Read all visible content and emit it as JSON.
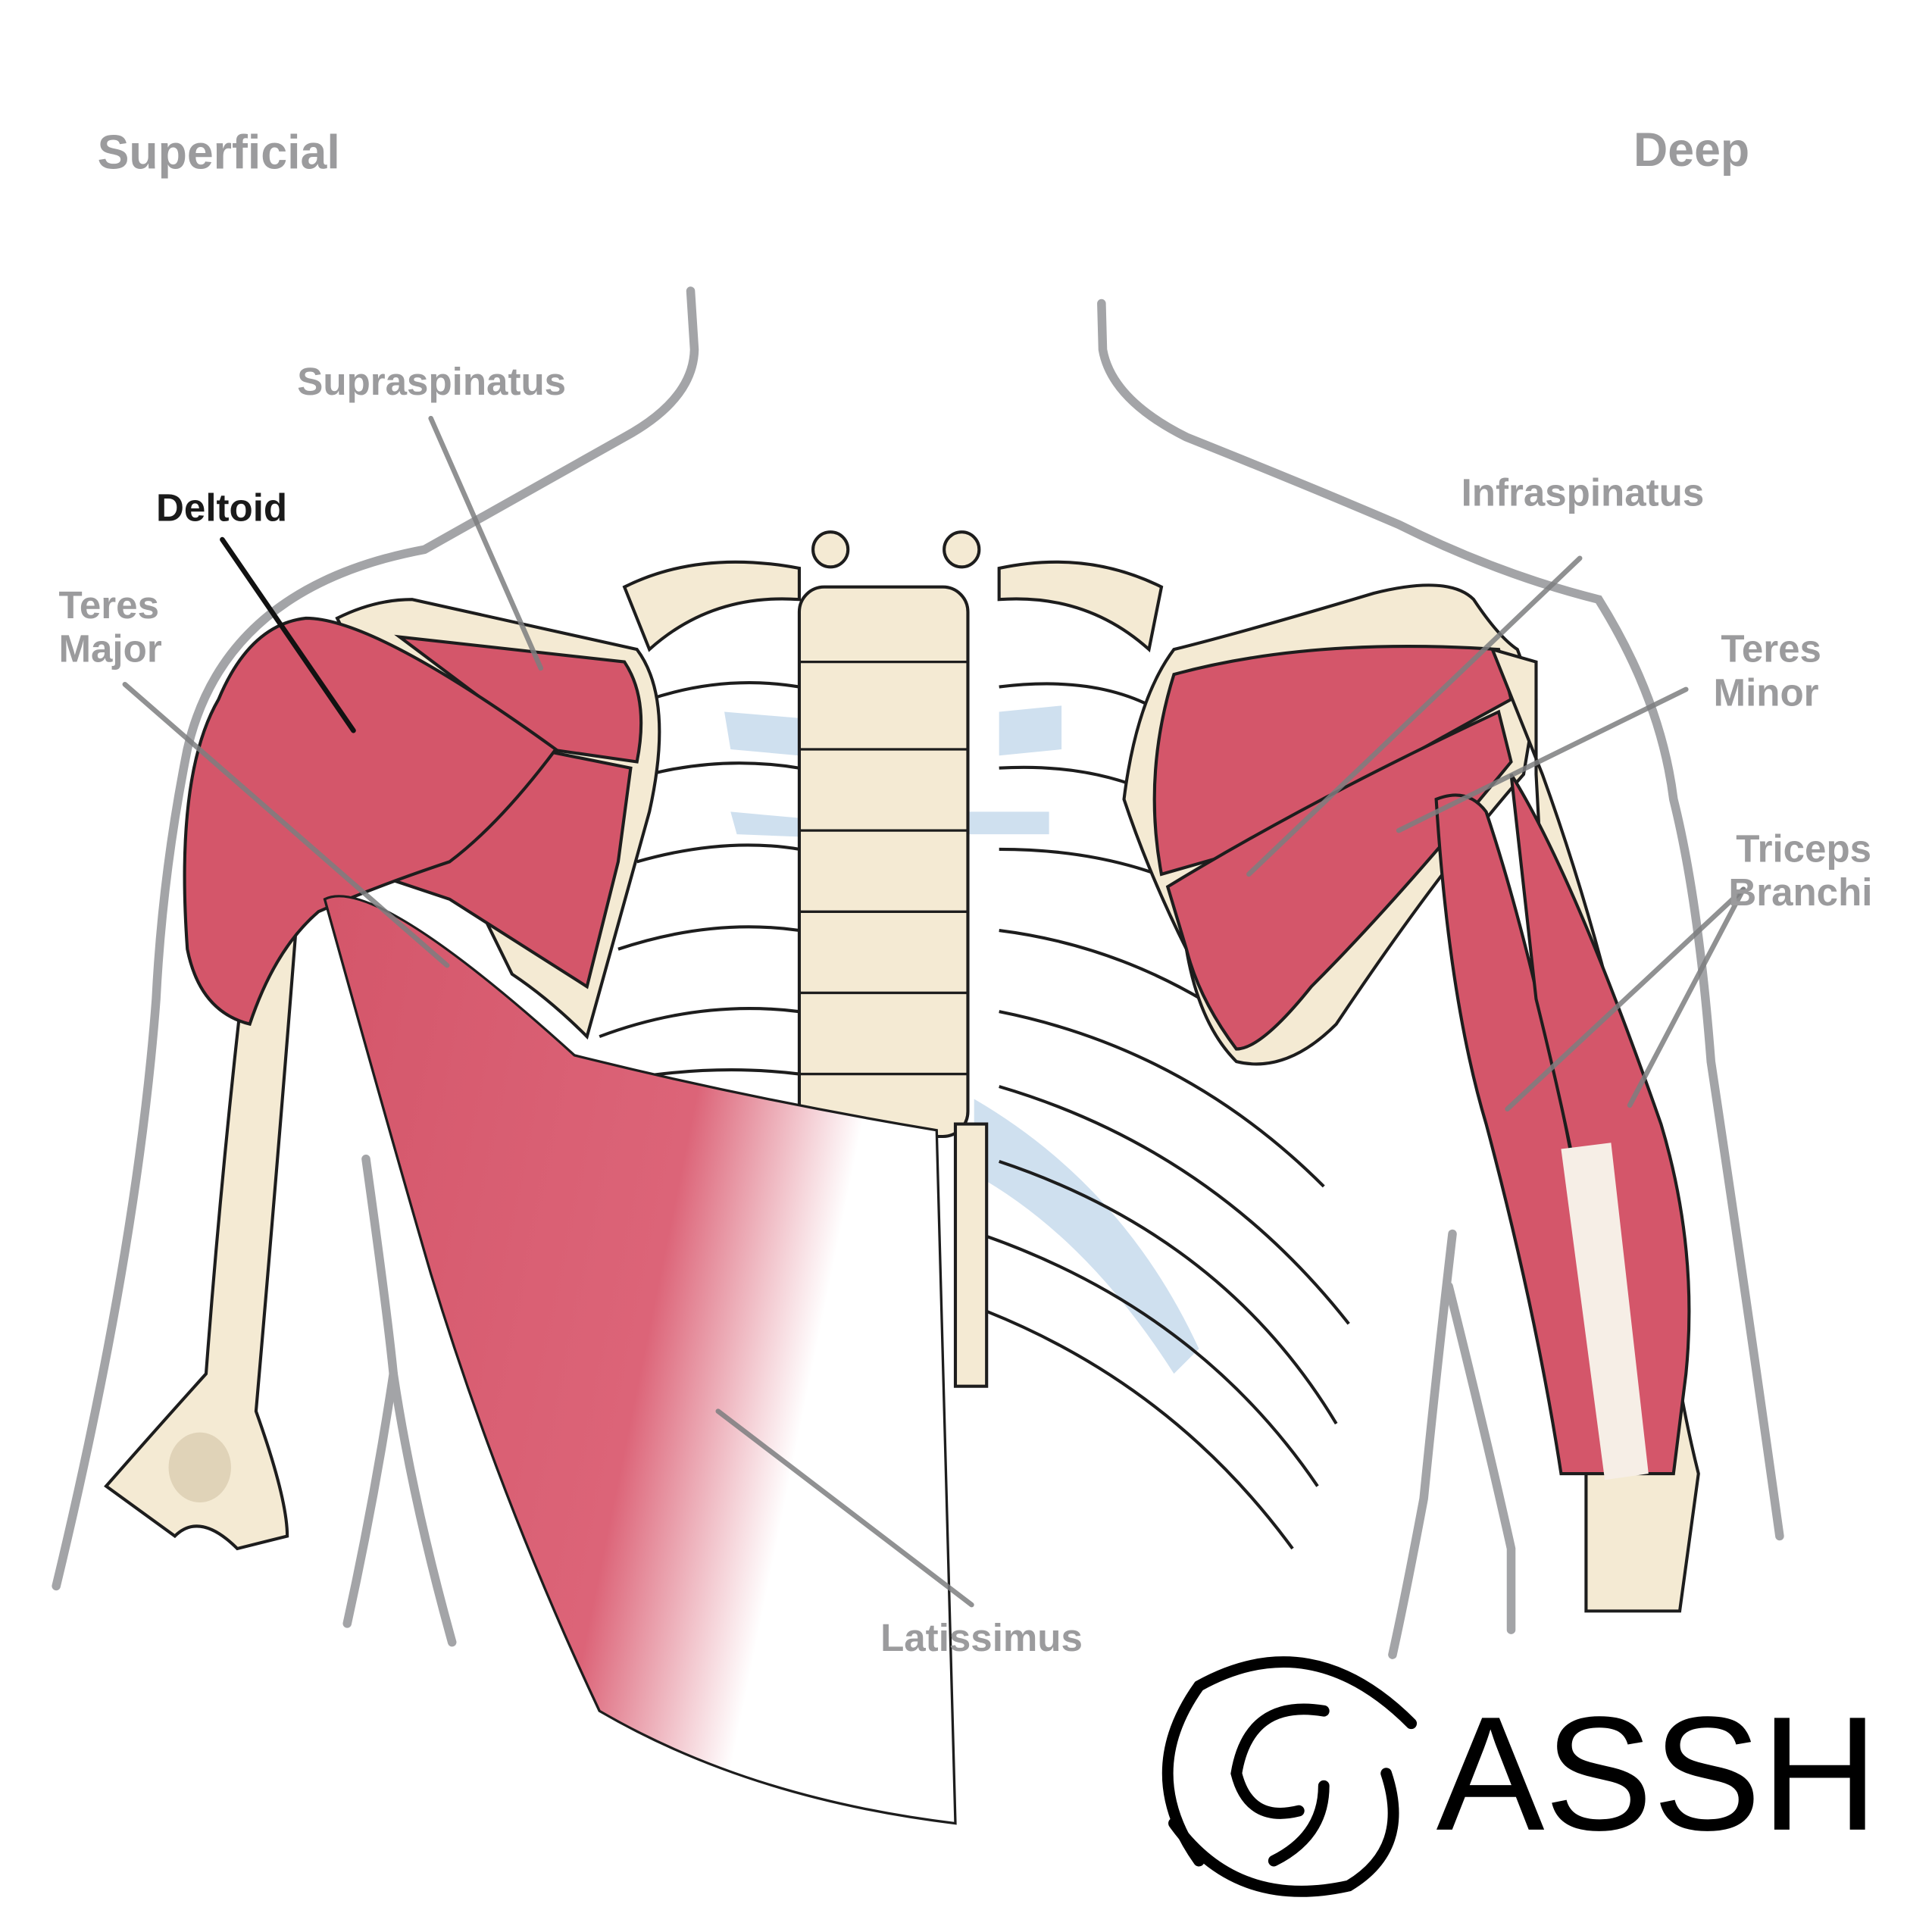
{
  "headings": {
    "superficial": "Superficial",
    "deep": "Deep"
  },
  "labels": {
    "supraspinatus": "Supraspinatus",
    "deltoid": "Deltoid",
    "teres_major": [
      "Teres",
      "Major"
    ],
    "infraspinatus": "Infraspinatus",
    "teres_minor": [
      "Teres",
      "Minor"
    ],
    "triceps": [
      "Triceps",
      "Branchi"
    ],
    "latissimus": "Latissimus"
  },
  "logo": {
    "text": "ASSH"
  },
  "colors": {
    "muscle": "#d4566a",
    "bone": "#f4ead3",
    "label": "#9b9b9d",
    "outline": "#a3a4a7"
  }
}
